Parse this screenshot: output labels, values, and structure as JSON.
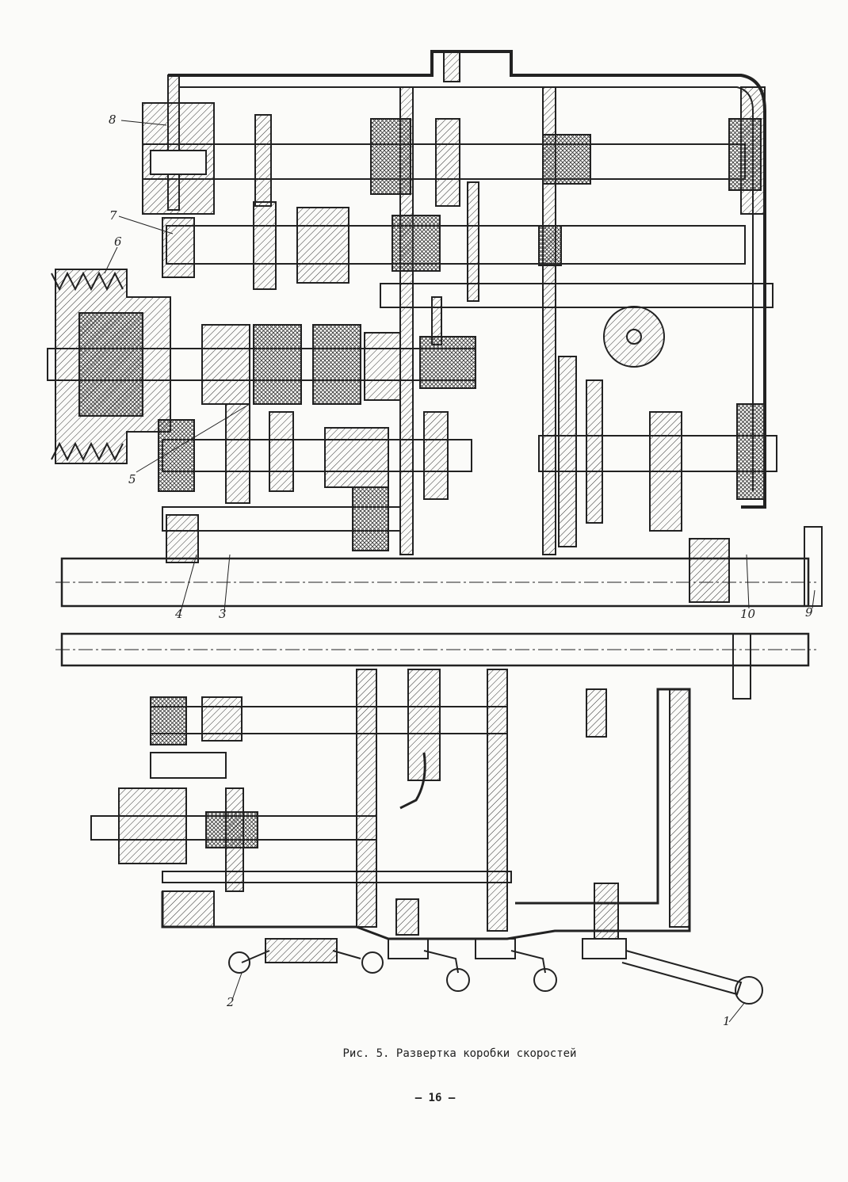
{
  "figure": {
    "callouts": {
      "c1": "1",
      "c2": "2",
      "c3": "3",
      "c4": "4",
      "c5": "5",
      "c6": "6",
      "c7": "7",
      "c8": "8",
      "c9": "9",
      "c10": "10"
    }
  },
  "caption": "Рис. 5.  Развертка коробки скоростей",
  "page_number": "– 16 –",
  "colors": {
    "ink": "#222222",
    "paper": "#fbfbf9"
  }
}
